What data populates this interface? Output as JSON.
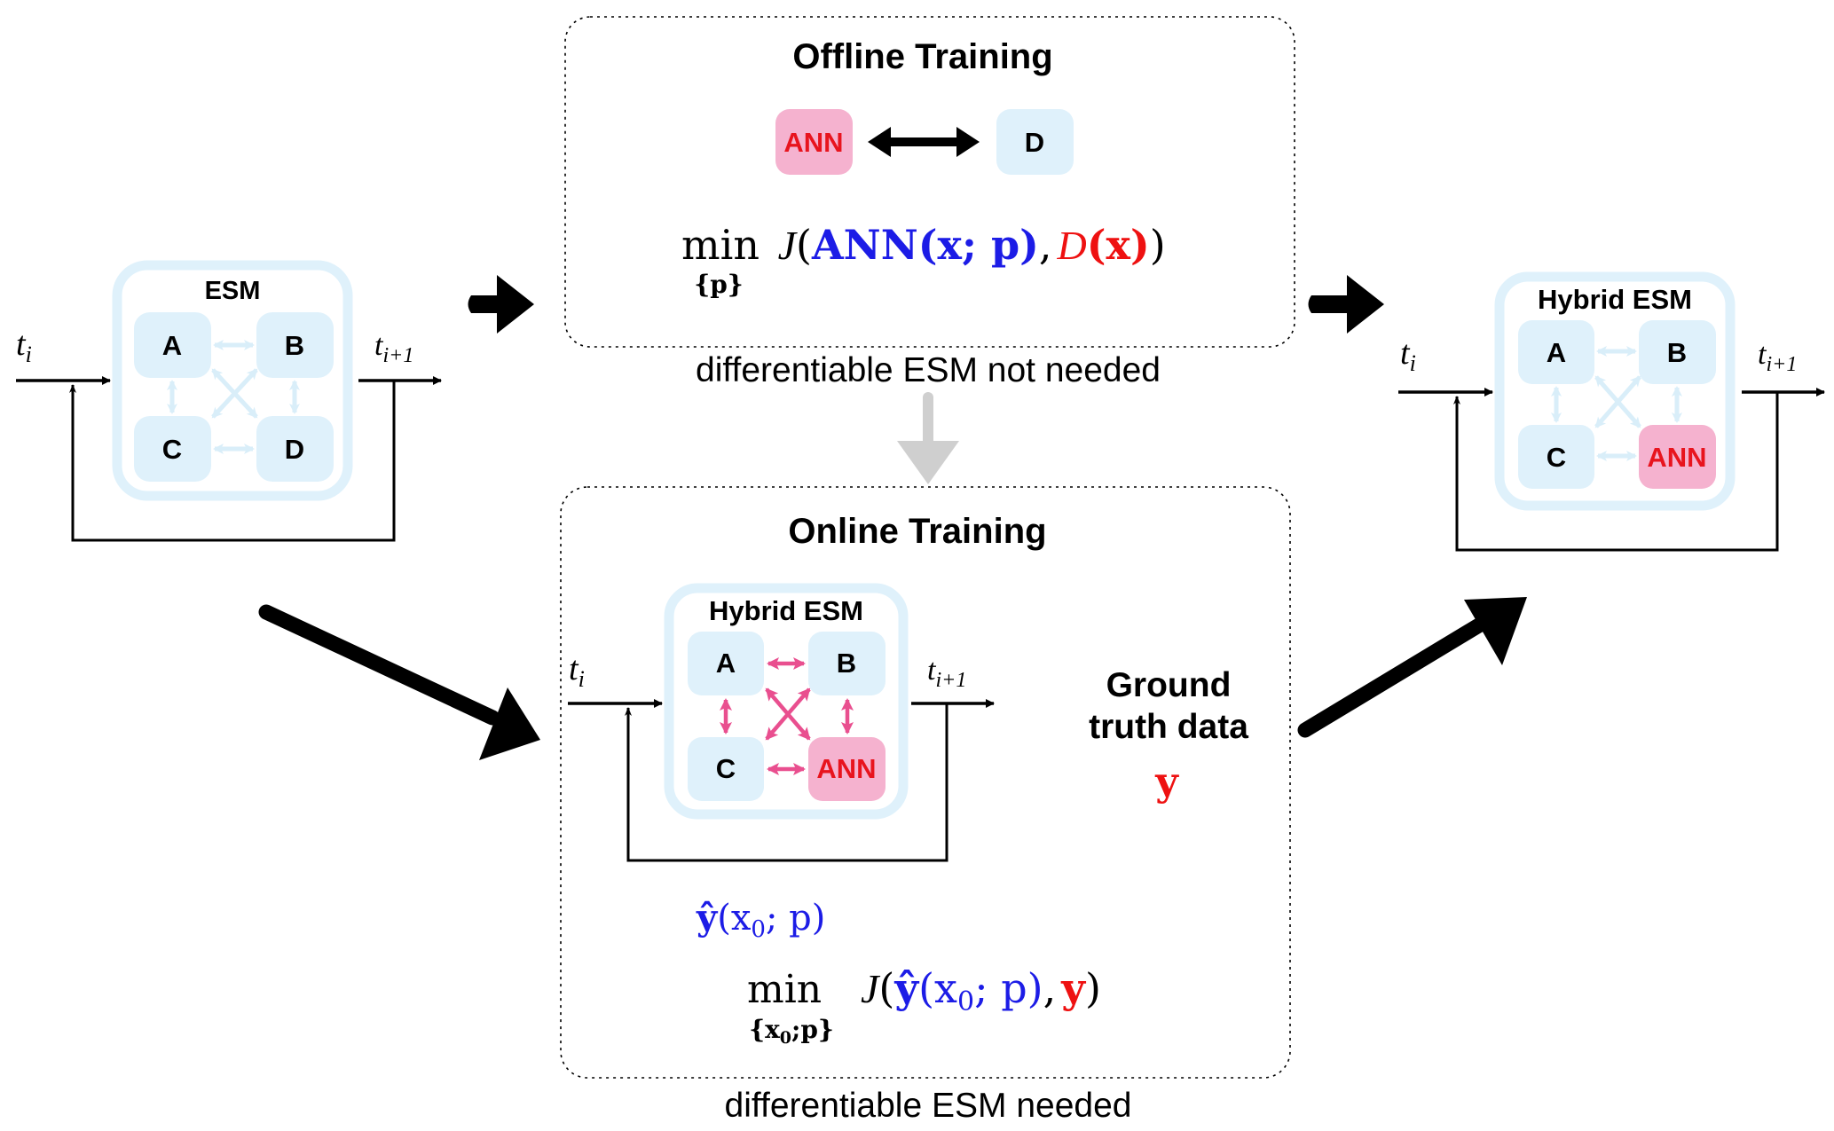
{
  "colors": {
    "light_blue": "#dff1fb",
    "pink": "#f5b2cf",
    "ann_text": "#e8141e",
    "pink_arrow": "#e94f8f",
    "blue_math": "#1c1ce6",
    "red_math": "#ee1111",
    "gray_arrow": "#cfcfcf",
    "black": "#000000"
  },
  "left_model": {
    "title": "ESM",
    "nodes": [
      "A",
      "B",
      "C",
      "D"
    ],
    "t_in": "t",
    "t_in_sub": "i",
    "t_out": "t",
    "t_out_sub": "i+1"
  },
  "offline": {
    "title": "Offline Training",
    "node_ann": "ANN",
    "node_d": "D",
    "formula": {
      "min": "min",
      "under": "{p}",
      "J": "J",
      "open": "(",
      "ann": "ANN",
      "args": "(x; p)",
      "comma": ",",
      "D": "D",
      "dargs": "(x)",
      "close": ")"
    },
    "caption": "differentiable ESM not needed"
  },
  "online": {
    "title": "Online Training",
    "model_title": "Hybrid ESM",
    "nodes": [
      "A",
      "B",
      "C",
      "ANN"
    ],
    "t_in": "t",
    "t_in_sub": "i",
    "t_out": "t",
    "t_out_sub": "i+1",
    "ground_truth_line1": "Ground",
    "ground_truth_line2": "truth data",
    "ground_truth_symbol": "y",
    "prediction": {
      "yhat": "ŷ",
      "args_open": "(x",
      "sub0": "0",
      "args_close": "; p)"
    },
    "formula": {
      "min": "min",
      "under": "{x",
      "under_sub": "0",
      "under_end": ";p}",
      "J": "J",
      "open": "(",
      "yhat": "ŷ",
      "args_open": "(x",
      "sub0": "0",
      "args_close": "; p)",
      "comma": ",",
      "y": "y",
      "close": ")"
    },
    "caption": "differentiable ESM needed"
  },
  "right_model": {
    "title": "Hybrid ESM",
    "nodes": [
      "A",
      "B",
      "C",
      "ANN"
    ],
    "t_in": "t",
    "t_in_sub": "i",
    "t_out": "t",
    "t_out_sub": "i+1"
  }
}
